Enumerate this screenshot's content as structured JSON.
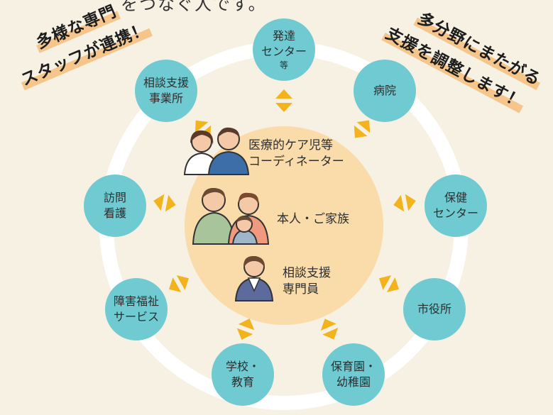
{
  "header": {
    "partial_text": "をつなぐ人です。"
  },
  "banners": {
    "left": {
      "line1": "多様な専門",
      "line2": "スタッフが連携！"
    },
    "right": {
      "line1": "多分野にまたがる",
      "line2": "支援を調整します！"
    }
  },
  "center": {
    "coordinator": {
      "line1": "医療的ケア児等",
      "line2": "コーディネーター"
    },
    "family": {
      "label": "本人・ご家族"
    },
    "consultant": {
      "line1": "相談支援",
      "line2": "専門員"
    }
  },
  "nodes": [
    {
      "id": "hattatsu",
      "lines": [
        "発達",
        "センター"
      ],
      "small": "等"
    },
    {
      "id": "byoin",
      "lines": [
        "病院"
      ]
    },
    {
      "id": "hoken",
      "lines": [
        "保健",
        "センター"
      ]
    },
    {
      "id": "shiyakusho",
      "lines": [
        "市役所"
      ]
    },
    {
      "id": "hoikuen",
      "lines": [
        "保育園・",
        "幼稚園"
      ]
    },
    {
      "id": "gakko",
      "lines": [
        "学校・",
        "教育"
      ]
    },
    {
      "id": "shogai",
      "lines": [
        "障害福祉",
        "サービス"
      ]
    },
    {
      "id": "homon",
      "lines": [
        "訪問",
        "看護"
      ]
    },
    {
      "id": "sodan",
      "lines": [
        "相談支援",
        "事業所"
      ]
    }
  ],
  "colors": {
    "background": "#f7f1e3",
    "node": "#6fcbd1",
    "ring": "#ffffff",
    "center_fill": "#f9dcaa",
    "arrow": "#f2b31c",
    "banner_highlight": "#f6c58b"
  }
}
